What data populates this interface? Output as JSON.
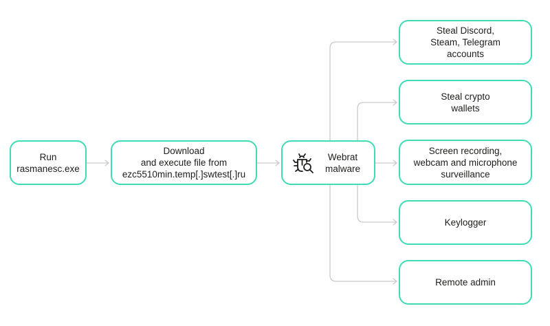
{
  "nodes": {
    "run": "Run\nrasmanesc.exe",
    "download": "Download\nand execute file from\nezc5510min.temp[.]swtest[.]ru",
    "webrat": "Webrat\nmalware",
    "discord": "Steal Discord,\nSteam, Telegram\naccounts",
    "crypto": "Steal crypto\nwallets",
    "screen": "Screen recording,\nwebcam and microphone\nsurveillance",
    "keylogger": "Keylogger",
    "remote": "Remote admin"
  },
  "icons": {
    "webrat": "bug-magnifier-icon"
  },
  "colors": {
    "node_border": "#3ddbb6",
    "connector": "#c9c9c9",
    "text": "#1d1d1b"
  }
}
